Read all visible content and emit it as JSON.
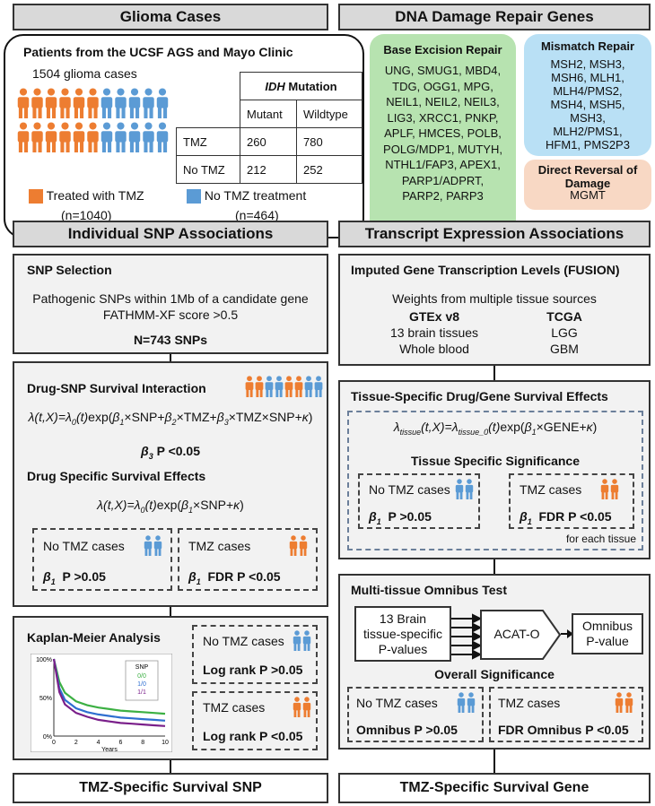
{
  "headers": {
    "glioma": "Glioma Cases",
    "dna": "DNA Damage Repair Genes",
    "snp": "Individual SNP Associations",
    "transcript": "Transcript Expression Associations",
    "snp_out": "TMZ-Specific Survival SNP",
    "gene_out": "TMZ-Specific Survival Gene"
  },
  "glioma": {
    "patients_title": "Patients from the UCSF AGS and Mayo Clinic",
    "cases_label": "1504 glioma cases",
    "idh_italic": "IDH",
    "idh_rest": " Mutation",
    "col_mutant": "Mutant",
    "col_wildtype": "Wildtype",
    "rows": [
      {
        "label": "TMZ",
        "mutant": "260",
        "wildtype": "780"
      },
      {
        "label": "No TMZ",
        "mutant": "212",
        "wildtype": "252"
      }
    ],
    "legend_tmz": "Treated with TMZ",
    "legend_tmz_n": "(n=1040)",
    "legend_notmz": "No TMZ treatment",
    "legend_notmz_n": "(n=464)",
    "color_tmz": "#ed7d31",
    "color_notmz": "#5b9bd5"
  },
  "dna": {
    "ber_title": "Base Excision Repair",
    "ber_lines": [
      "UNG, SMUG1, MBD4,",
      "TDG, OGG1, MPG,",
      "NEIL1, NEIL2, NEIL3,",
      "LIG3, XRCC1, PNKP,",
      "APLF, HMCES, POLB,",
      "POLG/MDP1, MUTYH,",
      "NTHL1/FAP3, APEX1,",
      "PARP1/ADPRT,",
      "PARP2, PARP3"
    ],
    "mmr_title": "Mismatch Repair",
    "mmr_lines": [
      "MSH2, MSH3,",
      "MSH6, MLH1,",
      "MLH4/PMS2,",
      "MSH4, MSH5,",
      "MSH3,",
      "MLH2/PMS1,",
      "HFM1, PMS2P3"
    ],
    "dr_title": "Direct Reversal of Damage",
    "dr_gene": "MGMT"
  },
  "snp": {
    "sel_title": "SNP Selection",
    "sel_line1": "Pathogenic SNPs within 1Mb of a candidate gene",
    "sel_line2": "FATHMM-XF score >0.5",
    "sel_n": "N=743 SNPs",
    "inter_title": "Drug-SNP Survival Interaction",
    "beta3": "P <0.05",
    "dsse_title": "Drug Specific Survival Effects",
    "notmz_label": "No TMZ cases",
    "tmz_label": "TMZ cases",
    "notmz_p": "P >0.05",
    "tmz_p": "FDR P <0.05",
    "km_title": "Kaplan-Meier Analysis",
    "km_notmz": "No TMZ cases",
    "km_notmz_p": "Log rank  P >0.05",
    "km_tmz": "TMZ cases",
    "km_tmz_p": "Log rank  P <0.05"
  },
  "transcript": {
    "igt_title": "Imputed Gene Transcription Levels (FUSION)",
    "weights": "Weights from multiple tissue sources",
    "gtex": "GTEx v8",
    "gtex_1": "13 brain tissues",
    "gtex_2": "Whole blood",
    "tcga": "TCGA",
    "tcga_1": "LGG",
    "tcga_2": "GBM",
    "ts_title": "Tissue-Specific Drug/Gene Survival Effects",
    "tss_title": "Tissue Specific Significance",
    "notmz_label": "No TMZ cases",
    "tmz_label": "TMZ cases",
    "notmz_p": "P >0.05",
    "tmz_p": "FDR P <0.05",
    "each": "for each tissue",
    "omni_title": "Multi-tissue Omnibus Test",
    "brain_line1": "13 Brain",
    "brain_line2": "tissue-specific",
    "brain_line3": "P-values",
    "acat": "ACAT-O",
    "omni_line1": "Omnibus",
    "omni_line2": "P-value",
    "overall": "Overall Significance",
    "o_notmz": "No TMZ cases",
    "o_tmz": "TMZ cases",
    "o_notmz_p": "Omnibus P >0.05",
    "o_tmz_p": "FDR Omnibus P <0.05"
  },
  "km_chart": {
    "chart_data": {
      "type": "line",
      "xlabel": "Years",
      "ylabel": "",
      "xlim": [
        0,
        10
      ],
      "ylim": [
        0,
        100
      ],
      "x_ticks": [
        "0",
        "2",
        "4",
        "6",
        "8",
        "10"
      ],
      "y_ticks": [
        "100%",
        "50%",
        "0%"
      ],
      "legend_title": "SNP",
      "series": [
        {
          "name": "0/0",
          "color": "#3cb043",
          "x": [
            0,
            0.5,
            1,
            2,
            3,
            4,
            5,
            6,
            7,
            8,
            9,
            10
          ],
          "values": [
            100,
            70,
            56,
            45,
            40,
            37,
            35,
            33,
            32,
            31,
            30,
            29
          ]
        },
        {
          "name": "1/0",
          "color": "#2e6fd0",
          "x": [
            0,
            0.5,
            1,
            2,
            3,
            4,
            5,
            6,
            7,
            8,
            9,
            10
          ],
          "values": [
            100,
            62,
            47,
            36,
            31,
            28,
            26,
            24,
            23,
            22,
            21,
            20
          ]
        },
        {
          "name": "1/1",
          "color": "#7a1f8a",
          "x": [
            0,
            0.5,
            1,
            2,
            3,
            4,
            5,
            6,
            7,
            8,
            9,
            10
          ],
          "values": [
            100,
            57,
            41,
            30,
            25,
            21,
            19,
            17,
            16,
            15,
            14,
            13
          ]
        }
      ]
    }
  }
}
